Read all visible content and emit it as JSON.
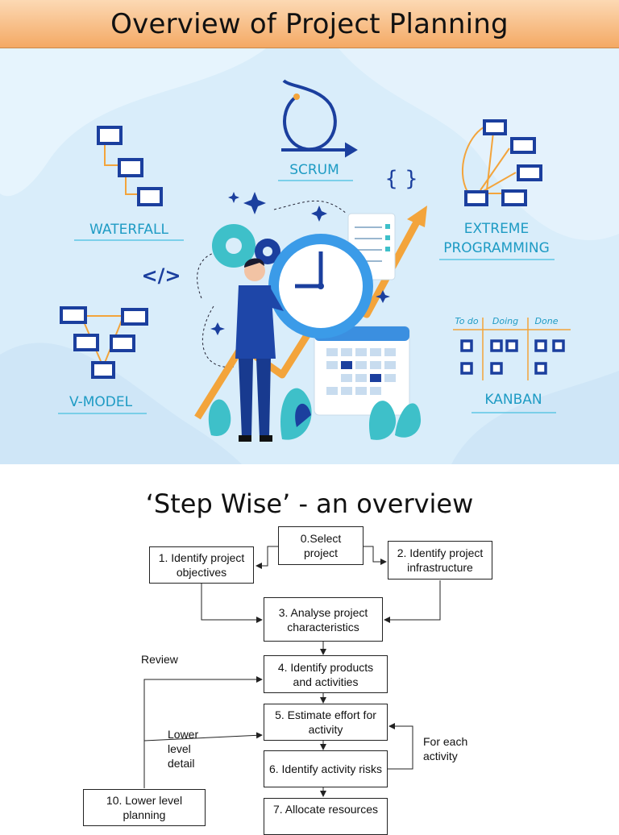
{
  "header": {
    "title": "Overview of Project Planning"
  },
  "methods": {
    "waterfall": "WATERFALL",
    "scrum": "SCRUM",
    "extreme": [
      "EXTREME",
      "PROGRAMMING"
    ],
    "vmodel": "V-MODEL",
    "kanban": "KANBAN",
    "kanban_columns": [
      "To do",
      "Doing",
      "Done"
    ],
    "code_tag": "</>",
    "braces": "{ }"
  },
  "stepwise": {
    "title": "‘Step Wise’ - an overview",
    "steps": {
      "s0": "0.Select project",
      "s1": "1. Identify project objectives",
      "s2": "2. Identify project infrastructure",
      "s3": "3. Analyse project characteristics",
      "s4": "4. Identify products and activities",
      "s5": "5. Estimate effort for activity",
      "s6": "6. Identify activity risks",
      "s7": "7. Allocate resources",
      "s10": "10. Lower level planning"
    },
    "notes": {
      "review": "Review",
      "lower_detail": "Lower level detail",
      "for_each": "For  each activity"
    }
  }
}
